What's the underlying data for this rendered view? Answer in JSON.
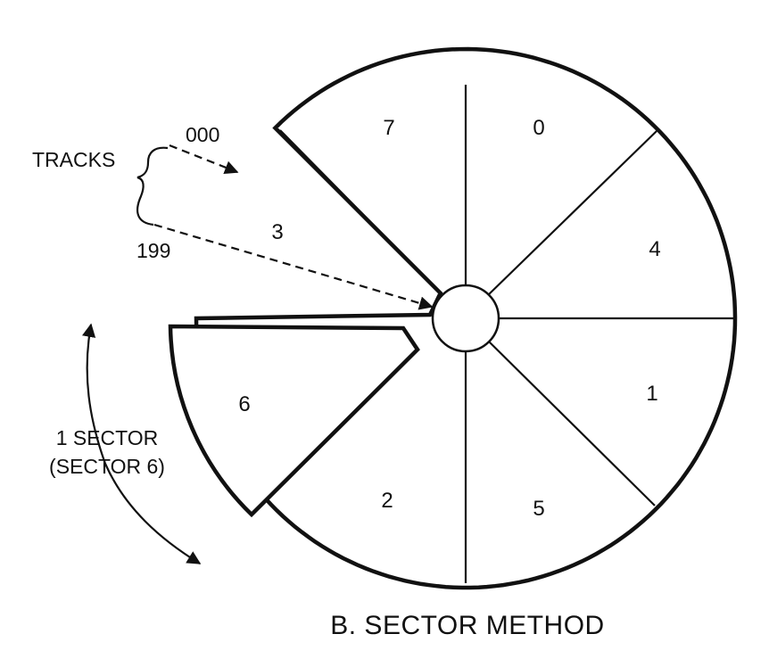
{
  "figure": {
    "caption": "B. SECTOR METHOD",
    "disk_sectors": [
      {
        "id": "sector-7",
        "label": "7"
      },
      {
        "id": "sector-0",
        "label": "0"
      },
      {
        "id": "sector-4",
        "label": "4"
      },
      {
        "id": "sector-1",
        "label": "1"
      },
      {
        "id": "sector-5",
        "label": "5"
      },
      {
        "id": "sector-2",
        "label": "2"
      },
      {
        "id": "sector-3",
        "label": "3"
      }
    ],
    "removed_sector": {
      "label": "6"
    },
    "tracks": {
      "label": "TRACKS",
      "outer_track": "000",
      "inner_track": "199"
    },
    "sector_annotation": {
      "line1": "1 SECTOR",
      "line2": "(SECTOR 6)"
    }
  }
}
